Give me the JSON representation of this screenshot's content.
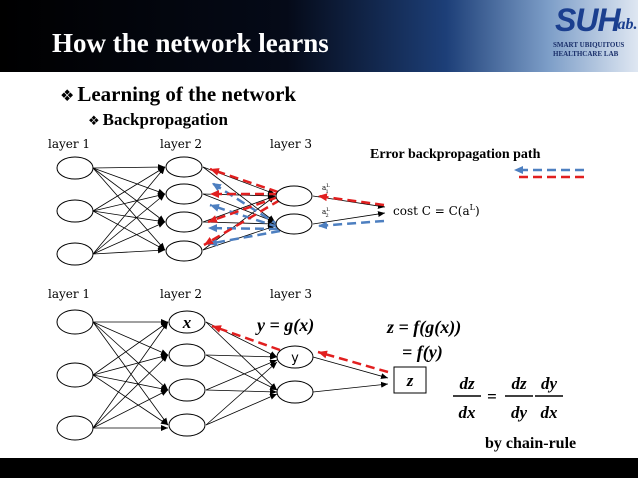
{
  "slide": {
    "title": "How the network learns",
    "bullet_level1": "Learning of the network",
    "bullet_level2": "Backpropagation",
    "bullet_symbol": "❖"
  },
  "logo": {
    "main": "SUH",
    "suffix": "lab.",
    "line1": "SMART UBIQUITOUS",
    "line2": "HEALTHCARE LAB"
  },
  "top_diagram": {
    "layer_labels": [
      "layer 1",
      "layer 2",
      "layer 3"
    ],
    "output_labels": [
      "a",
      "a"
    ],
    "output_sup": "L",
    "output_subs": [
      "1",
      "2"
    ],
    "cost_label": "cost  C = C(a",
    "cost_sup": "L",
    "cost_close": ")",
    "legend_text": "Error backpropagation path"
  },
  "bottom_diagram": {
    "layer_labels": [
      "layer 1",
      "layer 2",
      "layer 3"
    ],
    "node_x": "x",
    "node_y": "y",
    "node_z": "z",
    "eq_y": "y = g(x)",
    "eq_z1": "z = f(g(x))",
    "eq_z2": "= f(y)",
    "chain_lhs_num": "dz",
    "chain_lhs_den": "dx",
    "chain_eq": "=",
    "chain_r1_num": "dz",
    "chain_r1_den": "dy",
    "chain_r2_num": "dy",
    "chain_r2_den": "dx",
    "chain_caption": "by chain-rule"
  },
  "colors": {
    "red_path": "#e11f1f",
    "blue_path": "#4d7fc0",
    "logo_blue": "#1b3f8f"
  }
}
